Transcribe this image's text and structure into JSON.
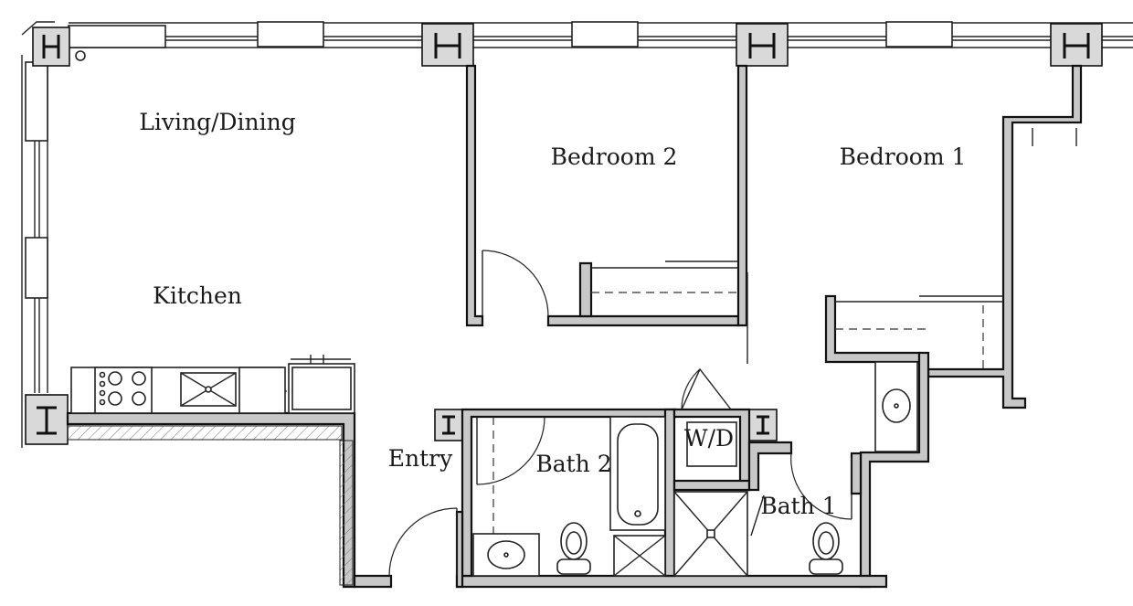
{
  "plan": {
    "rooms": {
      "living_dining": "Living/Dining",
      "kitchen": "Kitchen",
      "bedroom_2": "Bedroom 2",
      "bedroom_1": "Bedroom 1",
      "entry": "Entry",
      "bath_2": "Bath 2",
      "wd": "W/D",
      "bath_1": "Bath 1"
    }
  }
}
